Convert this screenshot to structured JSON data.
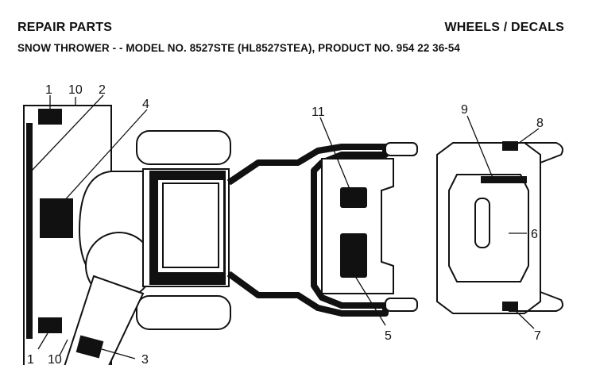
{
  "header": {
    "left": "REPAIR PARTS",
    "right": "WHEELS / DECALS",
    "subtitle": "SNOW THROWER - - MODEL NO. 8527STE (HL8527STEA), PRODUCT NO. 954 22 36-54"
  },
  "callouts": {
    "c1a": "1",
    "c10a": "10",
    "c2": "2",
    "c4": "4",
    "c11": "11",
    "c9": "9",
    "c8": "8",
    "c6": "6",
    "c5": "5",
    "c7": "7",
    "c3": "3",
    "c1b": "1",
    "c10b": "10"
  }
}
